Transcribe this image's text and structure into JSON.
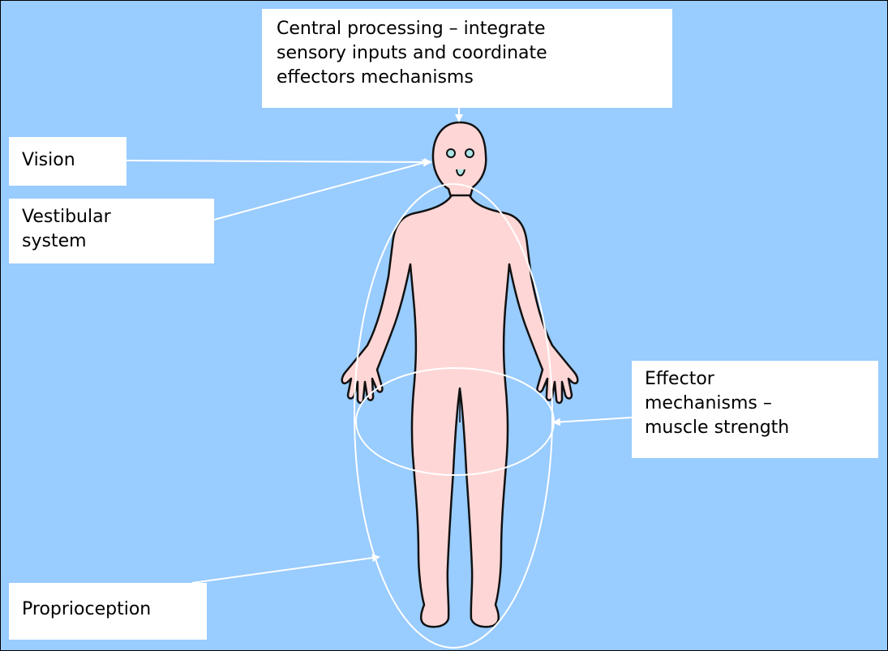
{
  "colors": {
    "background": "#99ccff",
    "body_fill": "#ffd6d6",
    "outline": "#111111",
    "label_box": "#ffffff",
    "arrow": "#ffffff",
    "eye": "#aee6e6"
  },
  "labels": {
    "central": [
      "Central processing – integrate",
      "sensory inputs and coordinate",
      "effectors mechanisms"
    ],
    "vision": [
      "Vision"
    ],
    "vestibular": [
      "Vestibular",
      "system"
    ],
    "effector": [
      "Effector",
      "mechanisms –",
      "muscle strength"
    ],
    "proprioception": [
      "Proprioception"
    ]
  }
}
